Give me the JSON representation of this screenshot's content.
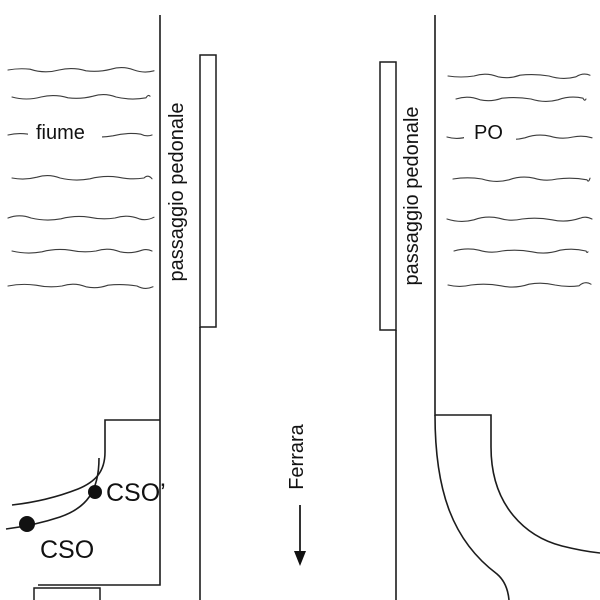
{
  "diagram": {
    "background_color": "#ffffff",
    "line_color": "#1c1c1c",
    "labels": {
      "left_river": "fiume",
      "right_river": "PO",
      "left_walkway": "passaggio pedonale",
      "right_walkway": "passaggio pedonale",
      "direction": "Ferrara",
      "point_inner": "CSO’",
      "point_outer": "CSO"
    }
  }
}
